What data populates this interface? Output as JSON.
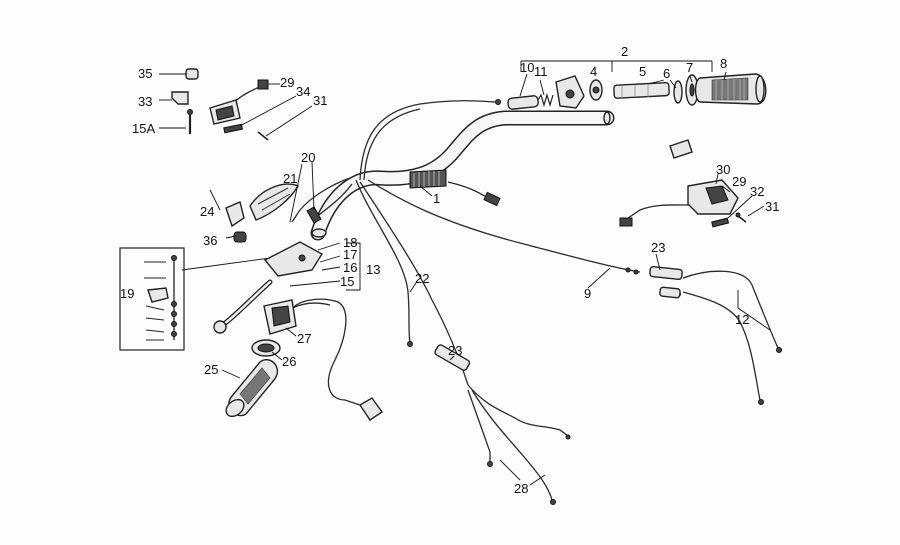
{
  "diagram": {
    "parts": [
      {
        "key": "p1",
        "number": "1"
      },
      {
        "key": "p2",
        "number": "2"
      },
      {
        "key": "p4",
        "number": "4"
      },
      {
        "key": "p5",
        "number": "5"
      },
      {
        "key": "p6",
        "number": "6"
      },
      {
        "key": "p7",
        "number": "7"
      },
      {
        "key": "p8",
        "number": "8"
      },
      {
        "key": "p9",
        "number": "9"
      },
      {
        "key": "p10",
        "number": "10"
      },
      {
        "key": "p11",
        "number": "11"
      },
      {
        "key": "p12",
        "number": "12"
      },
      {
        "key": "p13",
        "number": "13"
      },
      {
        "key": "p15",
        "number": "15"
      },
      {
        "key": "p15a",
        "number": "15A"
      },
      {
        "key": "p16",
        "number": "16"
      },
      {
        "key": "p17",
        "number": "17"
      },
      {
        "key": "p18",
        "number": "18"
      },
      {
        "key": "p19",
        "number": "19"
      },
      {
        "key": "p20",
        "number": "20"
      },
      {
        "key": "p21",
        "number": "21"
      },
      {
        "key": "p22",
        "number": "22"
      },
      {
        "key": "p23a",
        "number": "23"
      },
      {
        "key": "p23b",
        "number": "23"
      },
      {
        "key": "p24",
        "number": "24"
      },
      {
        "key": "p25",
        "number": "25"
      },
      {
        "key": "p26",
        "number": "26"
      },
      {
        "key": "p27",
        "number": "27"
      },
      {
        "key": "p28",
        "number": "28"
      },
      {
        "key": "p29a",
        "number": "29"
      },
      {
        "key": "p29b",
        "number": "29"
      },
      {
        "key": "p30",
        "number": "30"
      },
      {
        "key": "p31a",
        "number": "31"
      },
      {
        "key": "p31b",
        "number": "31"
      },
      {
        "key": "p32",
        "number": "32"
      },
      {
        "key": "p33",
        "number": "33"
      },
      {
        "key": "p34",
        "number": "34"
      },
      {
        "key": "p35",
        "number": "35"
      },
      {
        "key": "p36",
        "number": "36"
      }
    ]
  }
}
